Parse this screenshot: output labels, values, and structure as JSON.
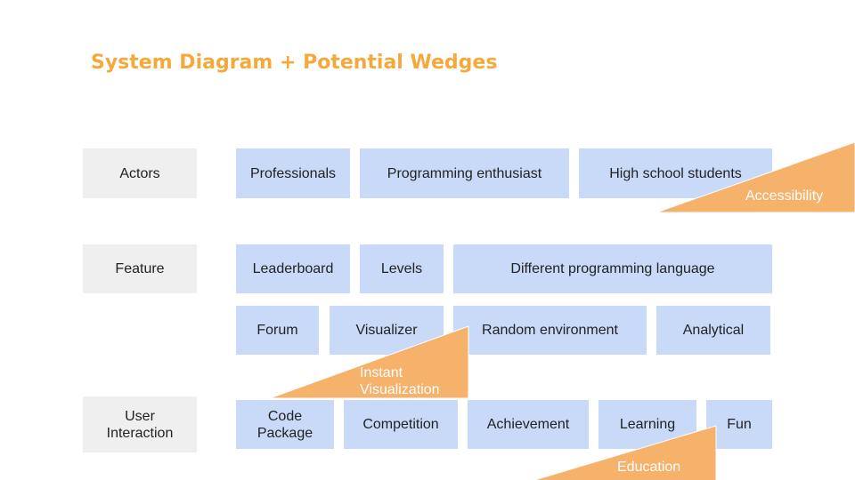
{
  "title": "System Diagram + Potential Wedges",
  "rows": {
    "actors": {
      "label": "Actors",
      "items": [
        "Professionals",
        "Programming enthusiast",
        "High school students"
      ]
    },
    "feature": {
      "label": "Feature",
      "items": [
        "Leaderboard",
        "Levels",
        "Different programming language",
        "Forum",
        "Visualizer",
        "Random environment",
        "Analytical"
      ]
    },
    "interaction": {
      "label": "User Interaction",
      "items": [
        "Code Package",
        "Competition",
        "Achievement",
        "Learning",
        "Fun"
      ]
    }
  },
  "wedges": {
    "accessibility": "Accessibility",
    "instant": "Instant Visualization",
    "education": "Education"
  },
  "colors": {
    "title": "#f6a93b",
    "wedge": "#f6b26b",
    "box": "#c9daf8",
    "label_box": "#efefef"
  }
}
